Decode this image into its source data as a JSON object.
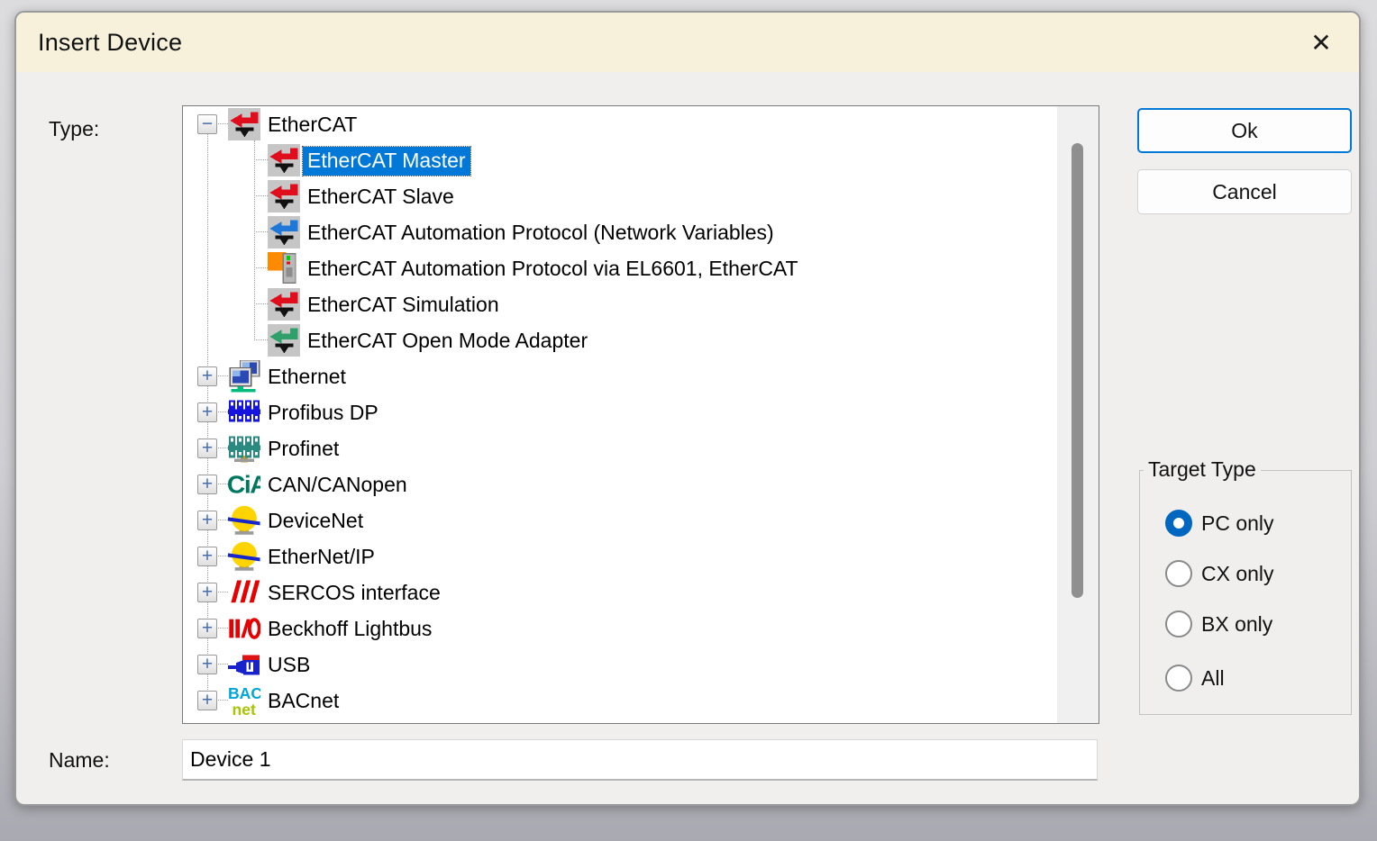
{
  "window": {
    "title": "Insert Device"
  },
  "labels": {
    "type": "Type:",
    "name": "Name:"
  },
  "name_field": {
    "value": "Device 1"
  },
  "buttons": {
    "ok": "Ok",
    "cancel": "Cancel"
  },
  "target_type": {
    "legend": "Target Type",
    "options": [
      {
        "label": "PC only",
        "selected": true
      },
      {
        "label": "CX only",
        "selected": false
      },
      {
        "label": "BX only",
        "selected": false
      },
      {
        "label": "All",
        "selected": false
      }
    ]
  },
  "tree": {
    "items": [
      {
        "label": "EtherCAT",
        "level": 0,
        "icon": "ethercat-red",
        "expand": "minus",
        "selected": false
      },
      {
        "label": "EtherCAT Master",
        "level": 1,
        "icon": "ethercat-red",
        "expand": null,
        "selected": true
      },
      {
        "label": "EtherCAT Slave",
        "level": 1,
        "icon": "ethercat-red",
        "expand": null,
        "selected": false
      },
      {
        "label": "EtherCAT Automation Protocol (Network Variables)",
        "level": 1,
        "icon": "ethercat-blue",
        "expand": null,
        "selected": false
      },
      {
        "label": "EtherCAT Automation Protocol via EL6601, EtherCAT",
        "level": 1,
        "icon": "el6601-terminal",
        "expand": null,
        "selected": false
      },
      {
        "label": "EtherCAT Simulation",
        "level": 1,
        "icon": "ethercat-red",
        "expand": null,
        "selected": false
      },
      {
        "label": "EtherCAT Open Mode Adapter",
        "level": 1,
        "icon": "ethercat-green",
        "expand": null,
        "selected": false
      },
      {
        "label": "Ethernet",
        "level": 0,
        "icon": "ethernet-monitors",
        "expand": "plus",
        "selected": false
      },
      {
        "label": "Profibus DP",
        "level": 0,
        "icon": "profibus-network",
        "expand": "plus",
        "selected": false
      },
      {
        "label": "Profinet",
        "level": 0,
        "icon": "profinet-network",
        "expand": "plus",
        "selected": false
      },
      {
        "label": "CAN/CANopen",
        "level": 0,
        "icon": "cia-logo",
        "expand": "plus",
        "selected": false
      },
      {
        "label": "DeviceNet",
        "level": 0,
        "icon": "devicenet-ball",
        "expand": "plus",
        "selected": false
      },
      {
        "label": "EtherNet/IP",
        "level": 0,
        "icon": "ethernetip-ball",
        "expand": "plus",
        "selected": false
      },
      {
        "label": "SERCOS interface",
        "level": 0,
        "icon": "sercos-slashes",
        "expand": "plus",
        "selected": false
      },
      {
        "label": "Beckhoff Lightbus",
        "level": 0,
        "icon": "lightbus-io",
        "expand": "plus",
        "selected": false
      },
      {
        "label": "USB",
        "level": 0,
        "icon": "usb-plug",
        "expand": "plus",
        "selected": false
      },
      {
        "label": "BACnet",
        "level": 0,
        "icon": "bacnet-logo",
        "expand": "plus",
        "selected": false
      }
    ]
  },
  "colors": {
    "titlebar": "#f7f1dc",
    "dialog_bg": "#f0efed",
    "selection": "#0078d7",
    "accent": "#0078d7",
    "radio_selected": "#0067c0"
  }
}
